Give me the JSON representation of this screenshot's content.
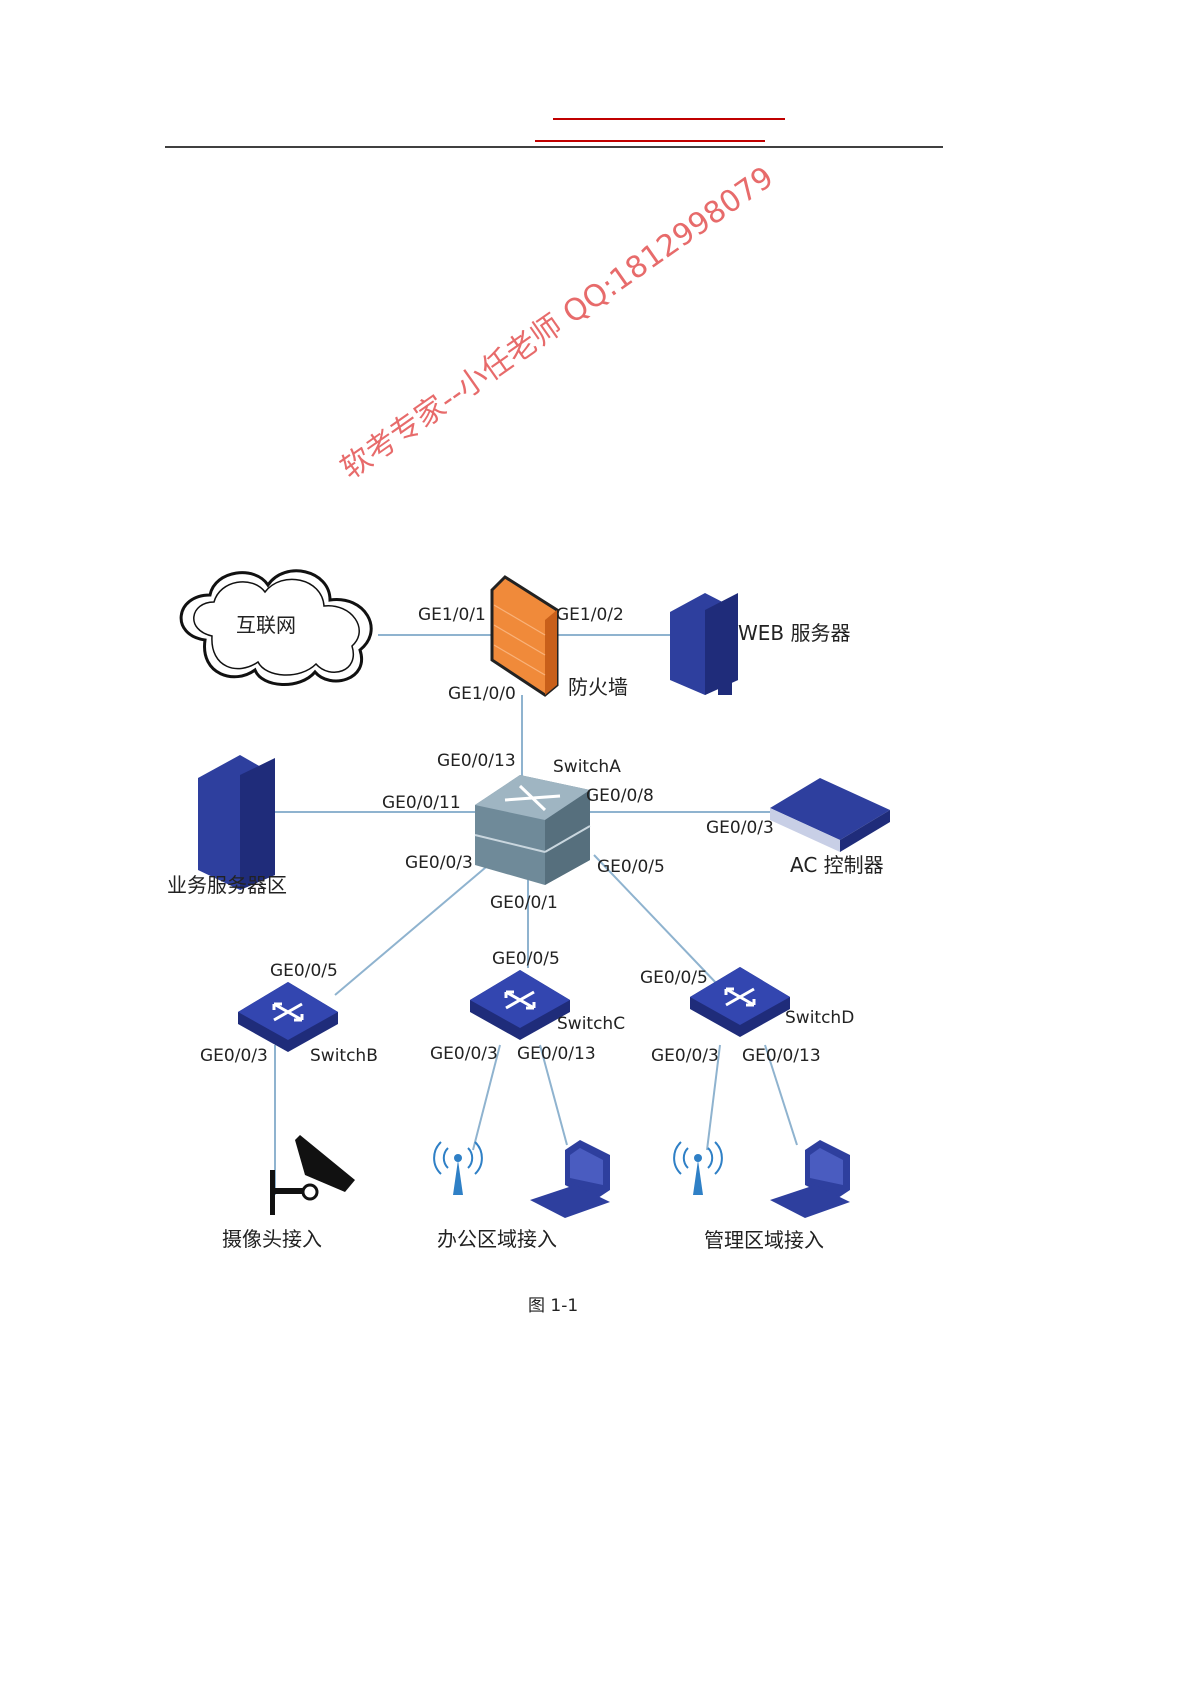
{
  "colors": {
    "header_rule_red": "#c00000",
    "header_rule_black": "#000000",
    "link": "#8fb3cf",
    "device_blue": "#2e3f9e",
    "firewall_orange": "#f08a3a",
    "watermark": "#e03a3a"
  },
  "diagram": {
    "nodes": {
      "internet": "互联网",
      "firewall": "防火墙",
      "web_server": "WEB 服务器",
      "business_servers": "业务服务器区",
      "ac_controller": "AC 控制器",
      "switch_a": "SwitchA",
      "switch_b": "SwitchB",
      "switch_c": "SwitchC",
      "switch_d": "SwitchD",
      "camera_access": "摄像头接入",
      "office_access": "办公区域接入",
      "management_access": "管理区域接入"
    },
    "ports": {
      "fw_internet": "GE1/0/1",
      "fw_web": "GE1/0/2",
      "fw_switch": "GE1/0/0",
      "sa_fw": "GE0/0/13",
      "sa_business": "GE0/0/11",
      "sa_ac": "GE0/0/8",
      "ac_sa": "GE0/0/3",
      "sa_b": "GE0/0/3",
      "sa_d": "GE0/0/5",
      "sa_c": "GE0/0/1",
      "sb_up": "GE0/0/5",
      "sb_camera": "GE0/0/3",
      "sc_up": "GE0/0/5",
      "sc_ap": "GE0/0/3",
      "sc_pc": "GE0/0/13",
      "sd_up": "GE0/0/5",
      "sd_ap": "GE0/0/3",
      "sd_pc": "GE0/0/13"
    },
    "caption": "图 1-1"
  },
  "watermark": "软考专家--小任老师 QQ:1812998079"
}
